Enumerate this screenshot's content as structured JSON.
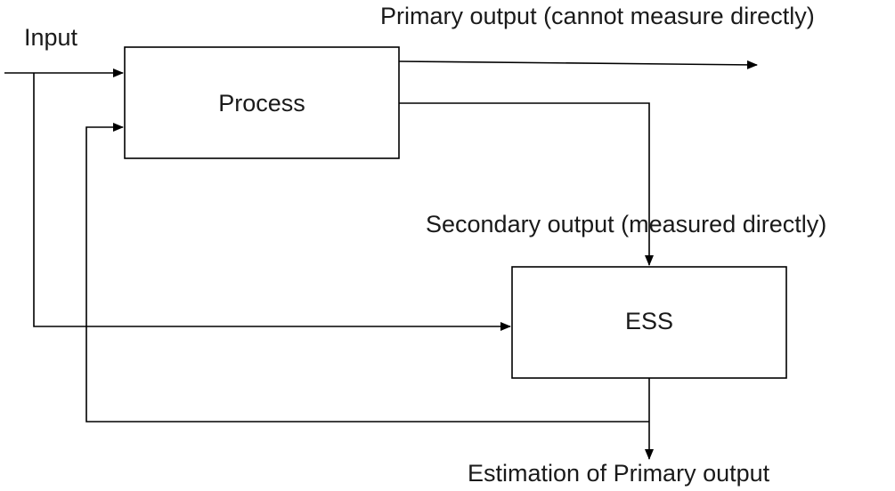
{
  "labels": {
    "input": "Input",
    "primary_output": "Primary output (cannot measure directly)",
    "secondary_output": "Secondary output (measured directly)",
    "estimation": "Estimation of Primary output"
  },
  "blocks": {
    "process": "Process",
    "ess": "ESS"
  },
  "colors": {
    "line": "#000000",
    "text": "#1a1a1a",
    "background": "#ffffff"
  }
}
